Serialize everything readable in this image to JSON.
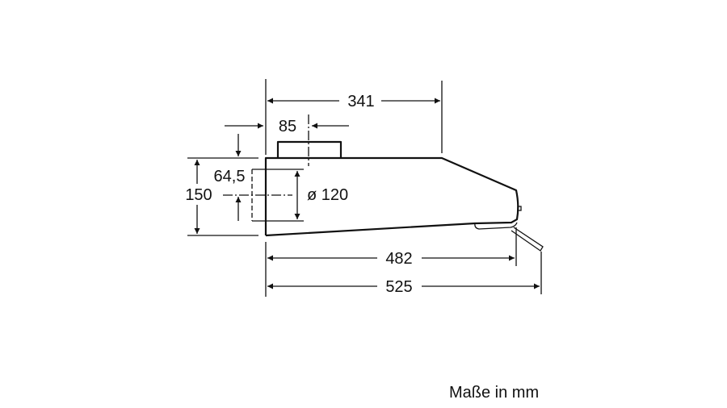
{
  "dimensions": {
    "top_width": "341",
    "outlet_offset": "85",
    "outlet_height": "64,5",
    "total_height": "150",
    "outlet_diameter": "ø 120",
    "depth_body": "482",
    "depth_total": "525"
  },
  "units_note": "Maße in mm"
}
